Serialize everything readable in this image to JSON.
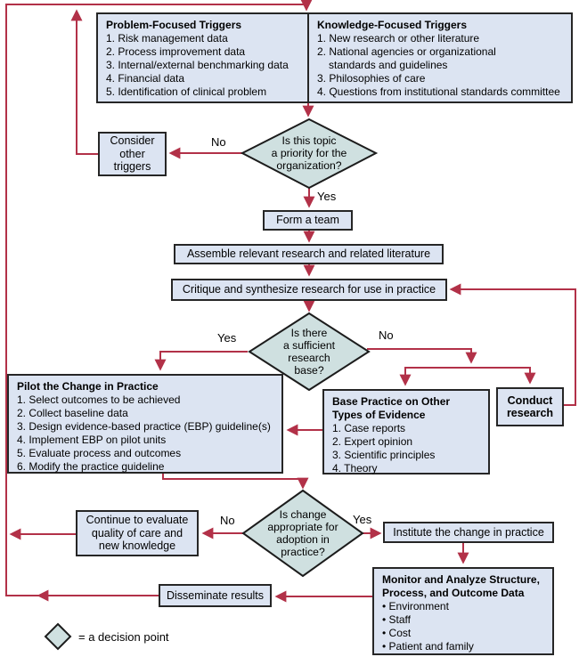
{
  "colors": {
    "box_fill": "#dce4f2",
    "box_border": "#262626",
    "diamond_fill": "#cfe0e0",
    "arrow": "#b23148",
    "text_color": "#000000"
  },
  "boxes": {
    "problem_triggers": {
      "title": "Problem-Focused Triggers",
      "items": [
        "1. Risk management data",
        "2. Process improvement data",
        "3. Internal/external benchmarking data",
        "4. Financial data",
        "5. Identification of clinical problem"
      ]
    },
    "knowledge_triggers": {
      "title": "Knowledge-Focused Triggers",
      "items": [
        "1. New research or other literature",
        "2. National agencies or organizational\nstandards and guidelines",
        "3. Philosophies of care",
        "4. Questions from institutional standards committee"
      ]
    },
    "consider_other": {
      "text": "Consider\nother\ntriggers"
    },
    "form_team": {
      "text": "Form a team"
    },
    "assemble": {
      "text": "Assemble relevant research and related literature"
    },
    "critique": {
      "text": "Critique and synthesize research for use in practice"
    },
    "pilot": {
      "title": "Pilot the Change in Practice",
      "items": [
        "1. Select outcomes to be achieved",
        "2. Collect baseline data",
        "3. Design evidence-based practice (EBP) guideline(s)",
        "4. Implement EBP on pilot units",
        "5. Evaluate process and outcomes",
        "6. Modify the practice guideline"
      ]
    },
    "base_practice": {
      "title": "Base Practice on Other\nTypes of Evidence",
      "items": [
        "1. Case reports",
        "2. Expert opinion",
        "3. Scientific principles",
        "4. Theory"
      ]
    },
    "conduct_research": {
      "text": "Conduct\nresearch"
    },
    "continue_evaluate": {
      "text": "Continue to evaluate\nquality of care and\nnew knowledge"
    },
    "institute_change": {
      "text": "Institute the change in practice"
    },
    "monitor": {
      "title": "Monitor and Analyze Structure,\nProcess, and Outcome Data",
      "items": [
        "• Environment",
        "• Staff",
        "• Cost",
        "• Patient and family"
      ]
    },
    "disseminate": {
      "text": "Disseminate results"
    }
  },
  "decisions": {
    "priority": {
      "text": "Is this topic\na priority for the\norganization?"
    },
    "research_base": {
      "text": "Is there\na sufficient\nresearch\nbase?"
    },
    "change_appropriate": {
      "text": "Is change\nappropriate for\nadoption in\npractice?"
    }
  },
  "labels": {
    "priority_no": "No",
    "priority_yes": "Yes",
    "research_yes": "Yes",
    "research_no": "No",
    "change_no": "No",
    "change_yes": "Yes"
  },
  "legend": {
    "text": "= a decision point"
  }
}
